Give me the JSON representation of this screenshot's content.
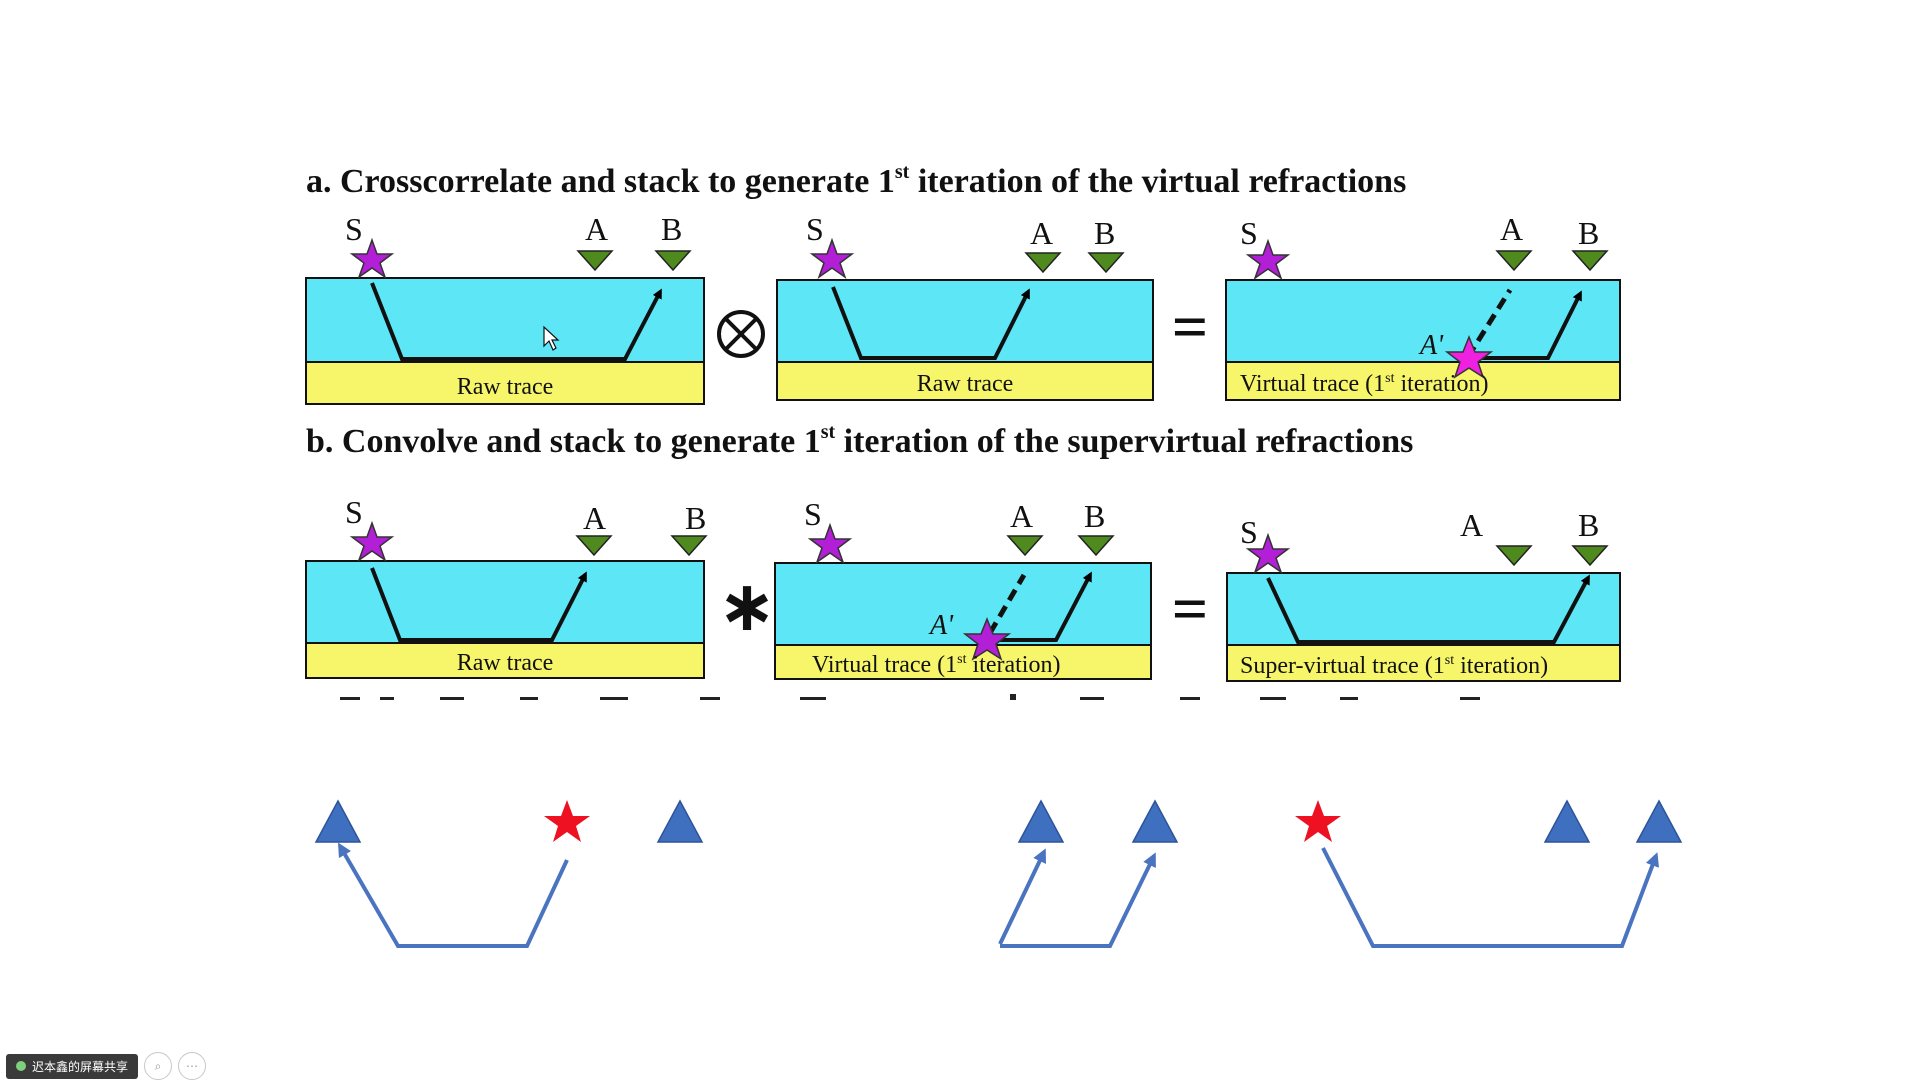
{
  "panel_a": {
    "title": "a. Crosscorrelate and stack to generate 1",
    "title_sup": "st",
    "title_rest": " iteration of  the virtual refractions",
    "operator": "⊗",
    "equals": "=",
    "boxes": [
      {
        "label": "Raw trace",
        "S": "S",
        "A": "A",
        "B": "B"
      },
      {
        "label": "Raw trace",
        "S": "S",
        "A": "A",
        "B": "B"
      },
      {
        "label_pre": "Virtual trace (1",
        "label_sup": "st",
        "label_post": " iteration)",
        "S": "S",
        "A": "A",
        "B": "B",
        "Aprime": "A'"
      }
    ]
  },
  "panel_b": {
    "title": "b. Convolve and stack to generate 1",
    "title_sup": "st",
    "title_rest": " iteration of the supervirtual refractions",
    "operator": "∗",
    "equals": "=",
    "boxes": [
      {
        "label": "Raw trace",
        "S": "S",
        "A": "A",
        "B": "B"
      },
      {
        "label_pre": "Virtual trace (1",
        "label_sup": "st",
        "label_post": " iteration)",
        "S": "S",
        "A": "A",
        "B": "B",
        "Aprime": "A'"
      },
      {
        "label_pre": "Super-virtual trace (1",
        "label_sup": "st",
        "label_post": " iteration)",
        "S": "S",
        "A": "A",
        "B": "B"
      }
    ]
  },
  "colors": {
    "water": "#5de6f5",
    "sediment": "#f7f56a",
    "star_purple": "#b21fd6",
    "star_magenta": "#f020e0",
    "receiver_green": "#4f8a1f",
    "triangle_blue": "#3f6fbf",
    "star_red": "#ee1122",
    "arrow_blue": "#4a74c0"
  },
  "share": {
    "label": "迟本鑫的屏幕共享",
    "icons": [
      "mic-icon",
      "share-screen-icon",
      "zoom-icon",
      "more-icon"
    ]
  }
}
